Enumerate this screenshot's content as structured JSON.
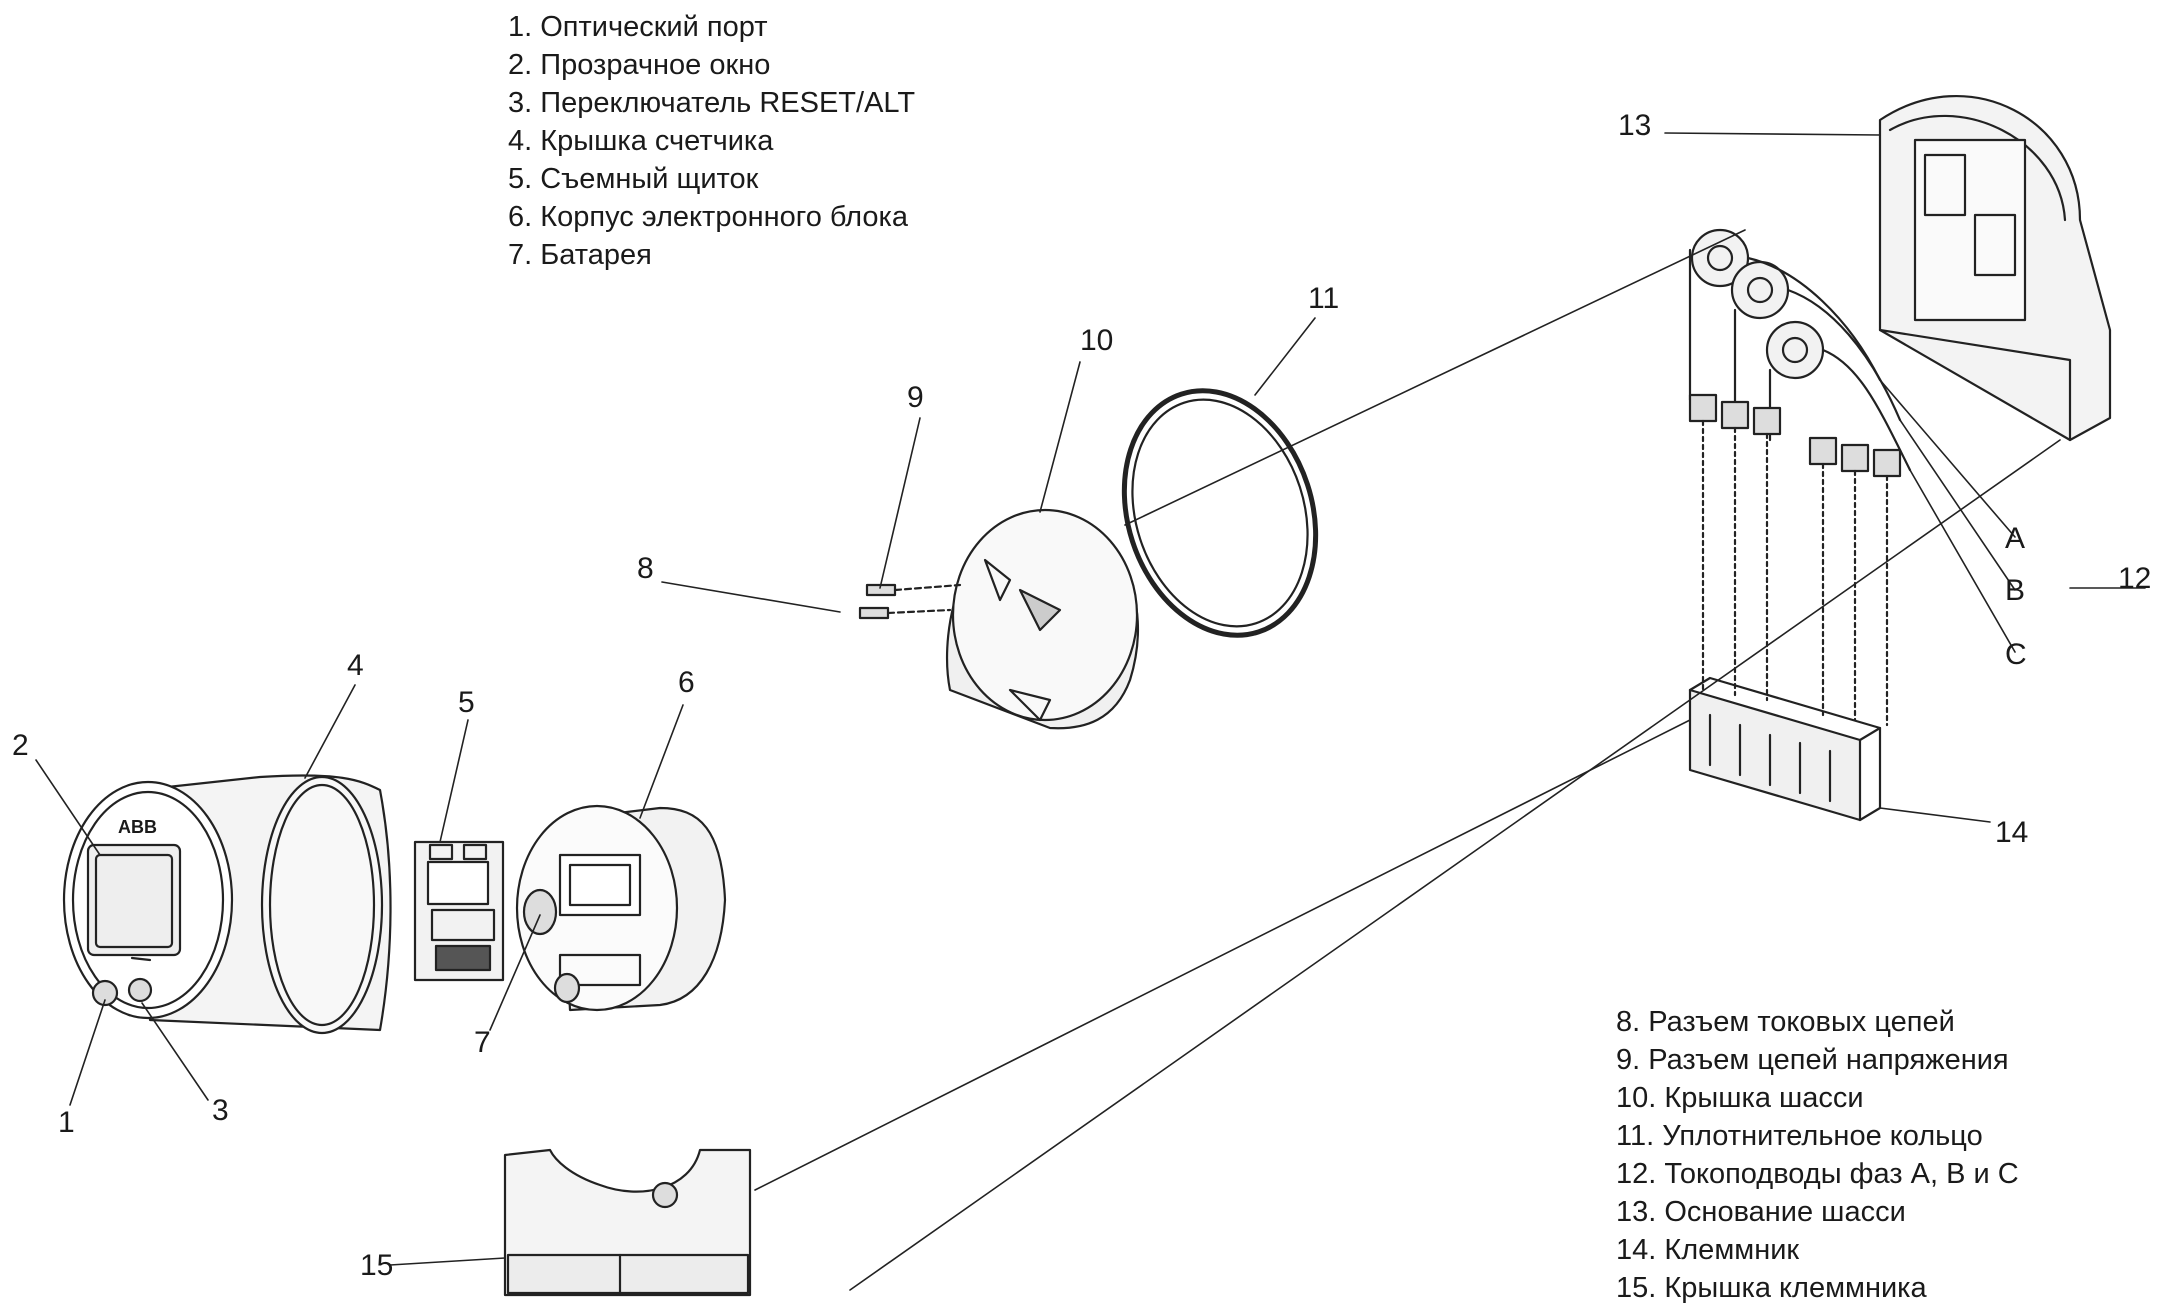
{
  "legend_top": [
    "1. Оптический порт",
    "2. Прозрачное окно",
    "3. Переключатель RESET/ALT",
    "4. Крышка счетчика",
    "5. Съемный щиток",
    "6. Корпус электронного блока",
    "7. Батарея"
  ],
  "legend_bottom": [
    "8. Разъем токовых цепей",
    "9. Разъем цепей напряжения",
    "10. Крышка шасси",
    "11. Уплотнительное кольцо",
    "12. Токоподводы фаз А, В и С",
    "13. Основание шасси",
    "14. Клеммник",
    "15. Крышка клеммника"
  ],
  "callouts": {
    "c1": "1",
    "c2": "2",
    "c3": "3",
    "c4": "4",
    "c5": "5",
    "c6": "6",
    "c7": "7",
    "c8": "8",
    "c9": "9",
    "c10": "10",
    "c11": "11",
    "c12": "12",
    "c13": "13",
    "c14": "14",
    "c15": "15",
    "phaseA": "A",
    "phaseB": "B",
    "phaseC": "C"
  },
  "brand_mark": "ABB"
}
